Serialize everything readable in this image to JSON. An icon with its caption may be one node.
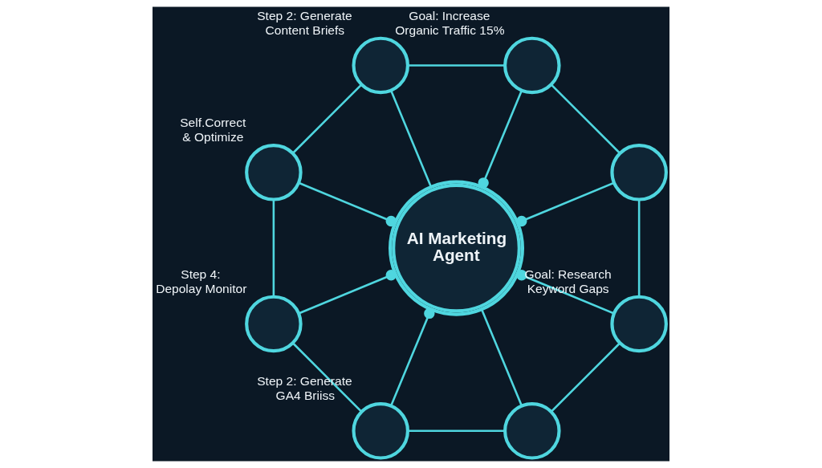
{
  "diagram": {
    "nodes": [
      {
        "text": [
          "AI Marketing Agent"
        ]
      },
      {
        "text": [],
        "shape": "circle"
      },
      {
        "text": [],
        "shape": "circle",
        "beside": [
          "Goal: Increase Organic Traffic 15%"
        ]
      },
      {
        "text": [],
        "shape": "circle",
        "beside": [
          "Step 2: Generate Content Briefs"
        ]
      },
      {
        "text": [],
        "shape": "circle",
        "beside": [
          "Self.Correct & Optimize"
        ]
      },
      {
        "text": [],
        "shape": "circle",
        "beside": [
          "Step 4: Depolay Monitor"
        ]
      },
      {
        "text": [],
        "shape": "circle",
        "beside": [
          "Step 2: Generate GA4 Briiss"
        ]
      },
      {
        "text": [],
        "shape": "circle"
      },
      {
        "text": [],
        "shape": "circle",
        "beside": [
          "Goal: Research Keyword Gaps"
        ]
      }
    ],
    "edges": [
      {
        "from": 1,
        "to": 0,
        "arrow": "other"
      },
      {
        "from": 2,
        "to": 0,
        "arrow": "other"
      },
      {
        "from": 3,
        "to": 0,
        "arrow": "none"
      },
      {
        "from": 4,
        "to": 0,
        "arrow": "other"
      },
      {
        "from": 5,
        "to": 0,
        "arrow": "other"
      },
      {
        "from": 6,
        "to": 0,
        "arrow": "other"
      },
      {
        "from": 7,
        "to": 0,
        "arrow": "none"
      },
      {
        "from": 8,
        "to": 0,
        "arrow": "other"
      },
      {
        "from": 1,
        "to": 2,
        "arrow": "none"
      },
      {
        "from": 2,
        "to": 3,
        "arrow": "none"
      },
      {
        "from": 3,
        "to": 4,
        "arrow": "none"
      },
      {
        "from": 4,
        "to": 5,
        "arrow": "none"
      },
      {
        "from": 5,
        "to": 6,
        "arrow": "none"
      },
      {
        "from": 6,
        "to": 7,
        "arrow": "none"
      },
      {
        "from": 7,
        "to": 8,
        "arrow": "none"
      },
      {
        "from": 8,
        "to": 1,
        "arrow": "none"
      }
    ]
  }
}
